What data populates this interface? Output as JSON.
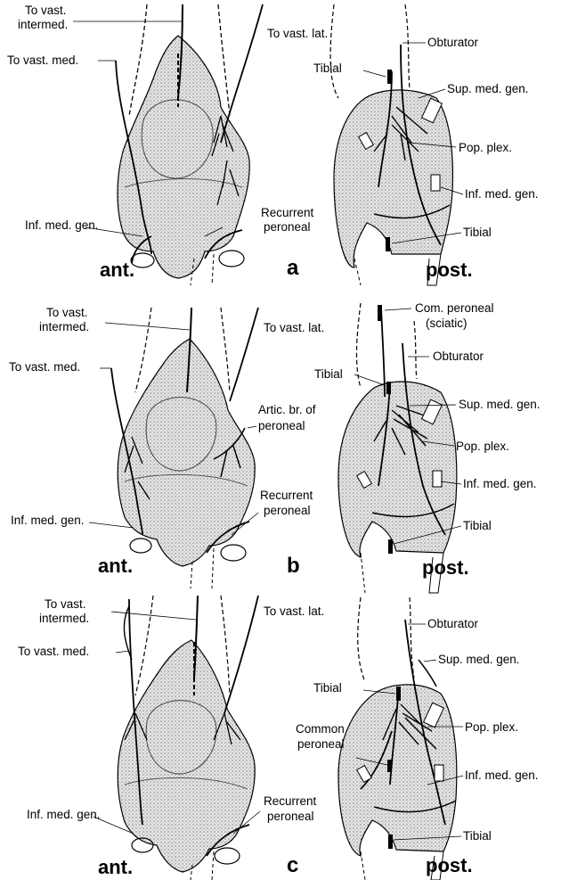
{
  "panels": [
    {
      "id": "a",
      "letter": "a",
      "ant_view": "ant.",
      "post_view": "post.",
      "ant_labels": {
        "vast_intermed_1": "To vast.",
        "vast_intermed_2": "intermed.",
        "vast_med": "To vast. med.",
        "vast_lat": "To vast. lat.",
        "inf_med_gen": "Inf. med. gen.",
        "recurrent_1": "Recurrent",
        "recurrent_2": "peroneal"
      },
      "post_labels": {
        "obturator": "Obturator",
        "tibial_top": "Tibial",
        "sup_med_gen": "Sup. med. gen.",
        "pop_plex": "Pop. plex.",
        "inf_med_gen": "Inf. med. gen.",
        "tibial_bottom": "Tibial"
      }
    },
    {
      "id": "b",
      "letter": "b",
      "ant_view": "ant.",
      "post_view": "post.",
      "ant_labels": {
        "vast_intermed_1": "To vast.",
        "vast_intermed_2": "intermed.",
        "vast_med": "To vast. med.",
        "vast_lat": "To vast. lat.",
        "artic_1": "Artic. br. of",
        "artic_2": "peroneal",
        "inf_med_gen": "Inf. med. gen.",
        "recurrent_1": "Recurrent",
        "recurrent_2": "peroneal"
      },
      "post_labels": {
        "com_peroneal_1": "Com. peroneal",
        "com_peroneal_2": "(sciatic)",
        "obturator": "Obturator",
        "tibial_top": "Tibial",
        "sup_med_gen": "Sup. med. gen.",
        "pop_plex": "Pop. plex.",
        "inf_med_gen": "Inf. med. gen.",
        "tibial_bottom": "Tibial"
      }
    },
    {
      "id": "c",
      "letter": "c",
      "ant_view": "ant.",
      "post_view": "post.",
      "ant_labels": {
        "vast_intermed_1": "To vast.",
        "vast_intermed_2": "intermed.",
        "vast_med": "To vast. med.",
        "vast_lat": "To vast. lat.",
        "inf_med_gen": "Inf. med. gen.",
        "recurrent_1": "Recurrent",
        "recurrent_2": "peroneal"
      },
      "post_labels": {
        "obturator": "Obturator",
        "sup_med_gen": "Sup. med. gen.",
        "tibial_top": "Tibial",
        "common_peroneal_1": "Common",
        "common_peroneal_2": "peroneal",
        "pop_plex": "Pop. plex.",
        "inf_med_gen": "Inf. med. gen.",
        "tibial_bottom": "Tibial"
      }
    }
  ],
  "colors": {
    "ink": "#000000",
    "stipple": "#6a6a6a",
    "fill": "#dcdcdc",
    "background": "#ffffff"
  }
}
